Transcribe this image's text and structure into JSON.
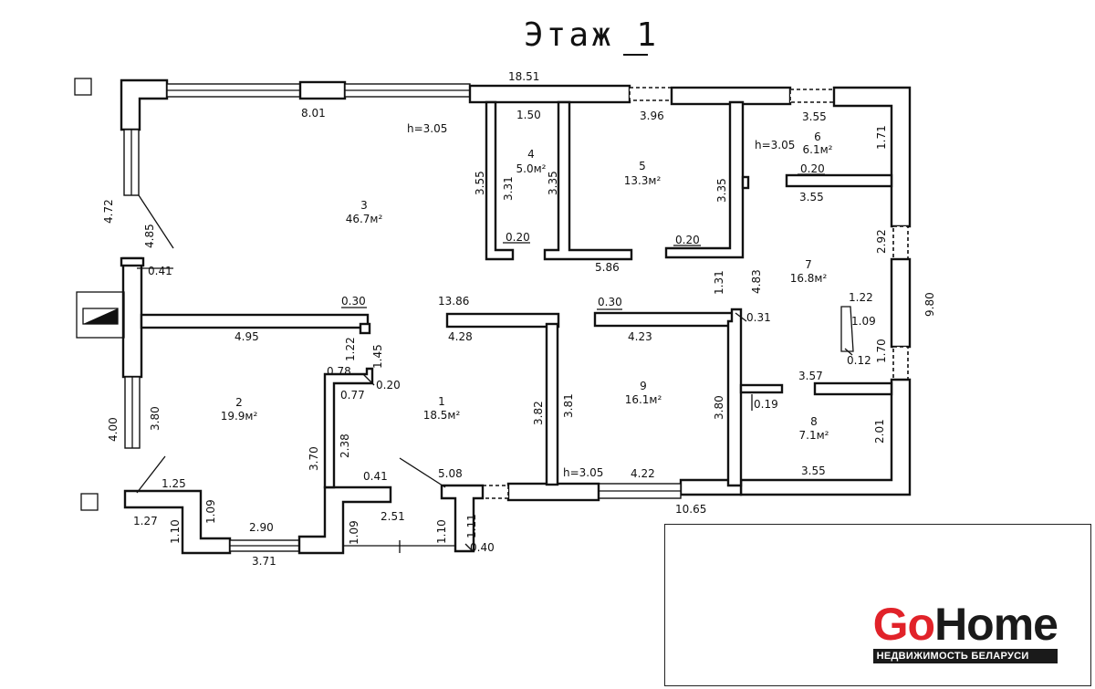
{
  "title": "Этаж 1",
  "rooms": [
    {
      "number": "1",
      "area": "18.5м²"
    },
    {
      "number": "2",
      "area": "19.9м²"
    },
    {
      "number": "3",
      "area": "46.7м²"
    },
    {
      "number": "4",
      "area": "5.0м²"
    },
    {
      "number": "5",
      "area": "13.3м²"
    },
    {
      "number": "6",
      "area": "6.1м²"
    },
    {
      "number": "7",
      "area": "16.8м²"
    },
    {
      "number": "8",
      "area": "7.1м²"
    },
    {
      "number": "9",
      "area": "16.1м²"
    }
  ],
  "ceiling_heights": [
    "h=3.05",
    "h=3.05",
    "h=3.05"
  ],
  "dimensions": [
    "18.51",
    "8.01",
    "1.50",
    "3.96",
    "3.55",
    "4.72",
    "4.85",
    "3.55",
    "3.31",
    "3.35",
    "3.35",
    "1.71",
    "0.20",
    "0.20",
    "0.20",
    "0.20",
    "3.55",
    "5.86",
    "2.92",
    "0.41",
    "1.31",
    "4.83",
    "9.80",
    "0.30",
    "13.86",
    "0.30",
    "1.22",
    "4.95",
    "4.28",
    "4.23",
    "0.31",
    "1.09",
    "1.22",
    "1.45",
    "0.12",
    "1.70",
    "0.78",
    "0.20",
    "3.57",
    "0.77",
    "4.00",
    "3.80",
    "3.82",
    "3.81",
    "3.80",
    "0.19",
    "3.70",
    "2.38",
    "2.01",
    "0.41",
    "5.08",
    "1.25",
    "4.22",
    "3.55",
    "1.09",
    "2.51",
    "10.65",
    "1.27",
    "2.90",
    "1.10",
    "1.09",
    "1.10",
    "1.11",
    "0.40",
    "3.71"
  ],
  "logo": {
    "brand_part1": "Go",
    "brand_part2": "Home",
    "tagline": "НЕДВИЖИМОСТЬ БЕЛАРУСИ",
    "color_primary": "#e12229",
    "color_dark": "#1a1a1a"
  }
}
